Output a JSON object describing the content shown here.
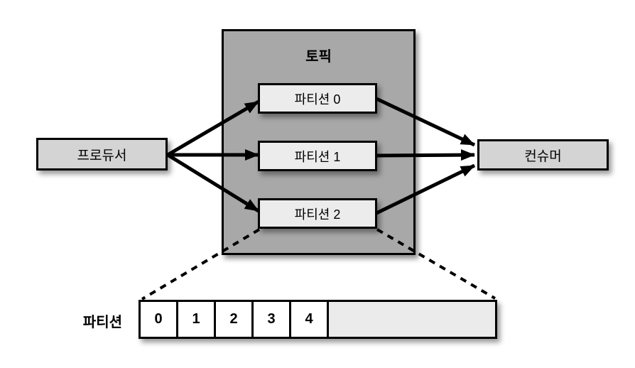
{
  "diagram": {
    "producer": {
      "label": "프로듀서"
    },
    "consumer": {
      "label": "컨슈머"
    },
    "topic": {
      "label": "토픽",
      "partitions": [
        {
          "label": "파티션 0"
        },
        {
          "label": "파티션 1"
        },
        {
          "label": "파티션 2"
        }
      ]
    },
    "partition_detail": {
      "label": "파티션",
      "cells": [
        "0",
        "1",
        "2",
        "3",
        "4"
      ],
      "empty_segment": ""
    },
    "colors": {
      "topic_fill": "#a8a8a8",
      "endpoint_fill": "#d4d4d4",
      "partition_fill": "#ececec",
      "log_cell_fill": "#ffffff",
      "log_empty_fill": "#ebebeb",
      "line_color": "#000000"
    }
  }
}
